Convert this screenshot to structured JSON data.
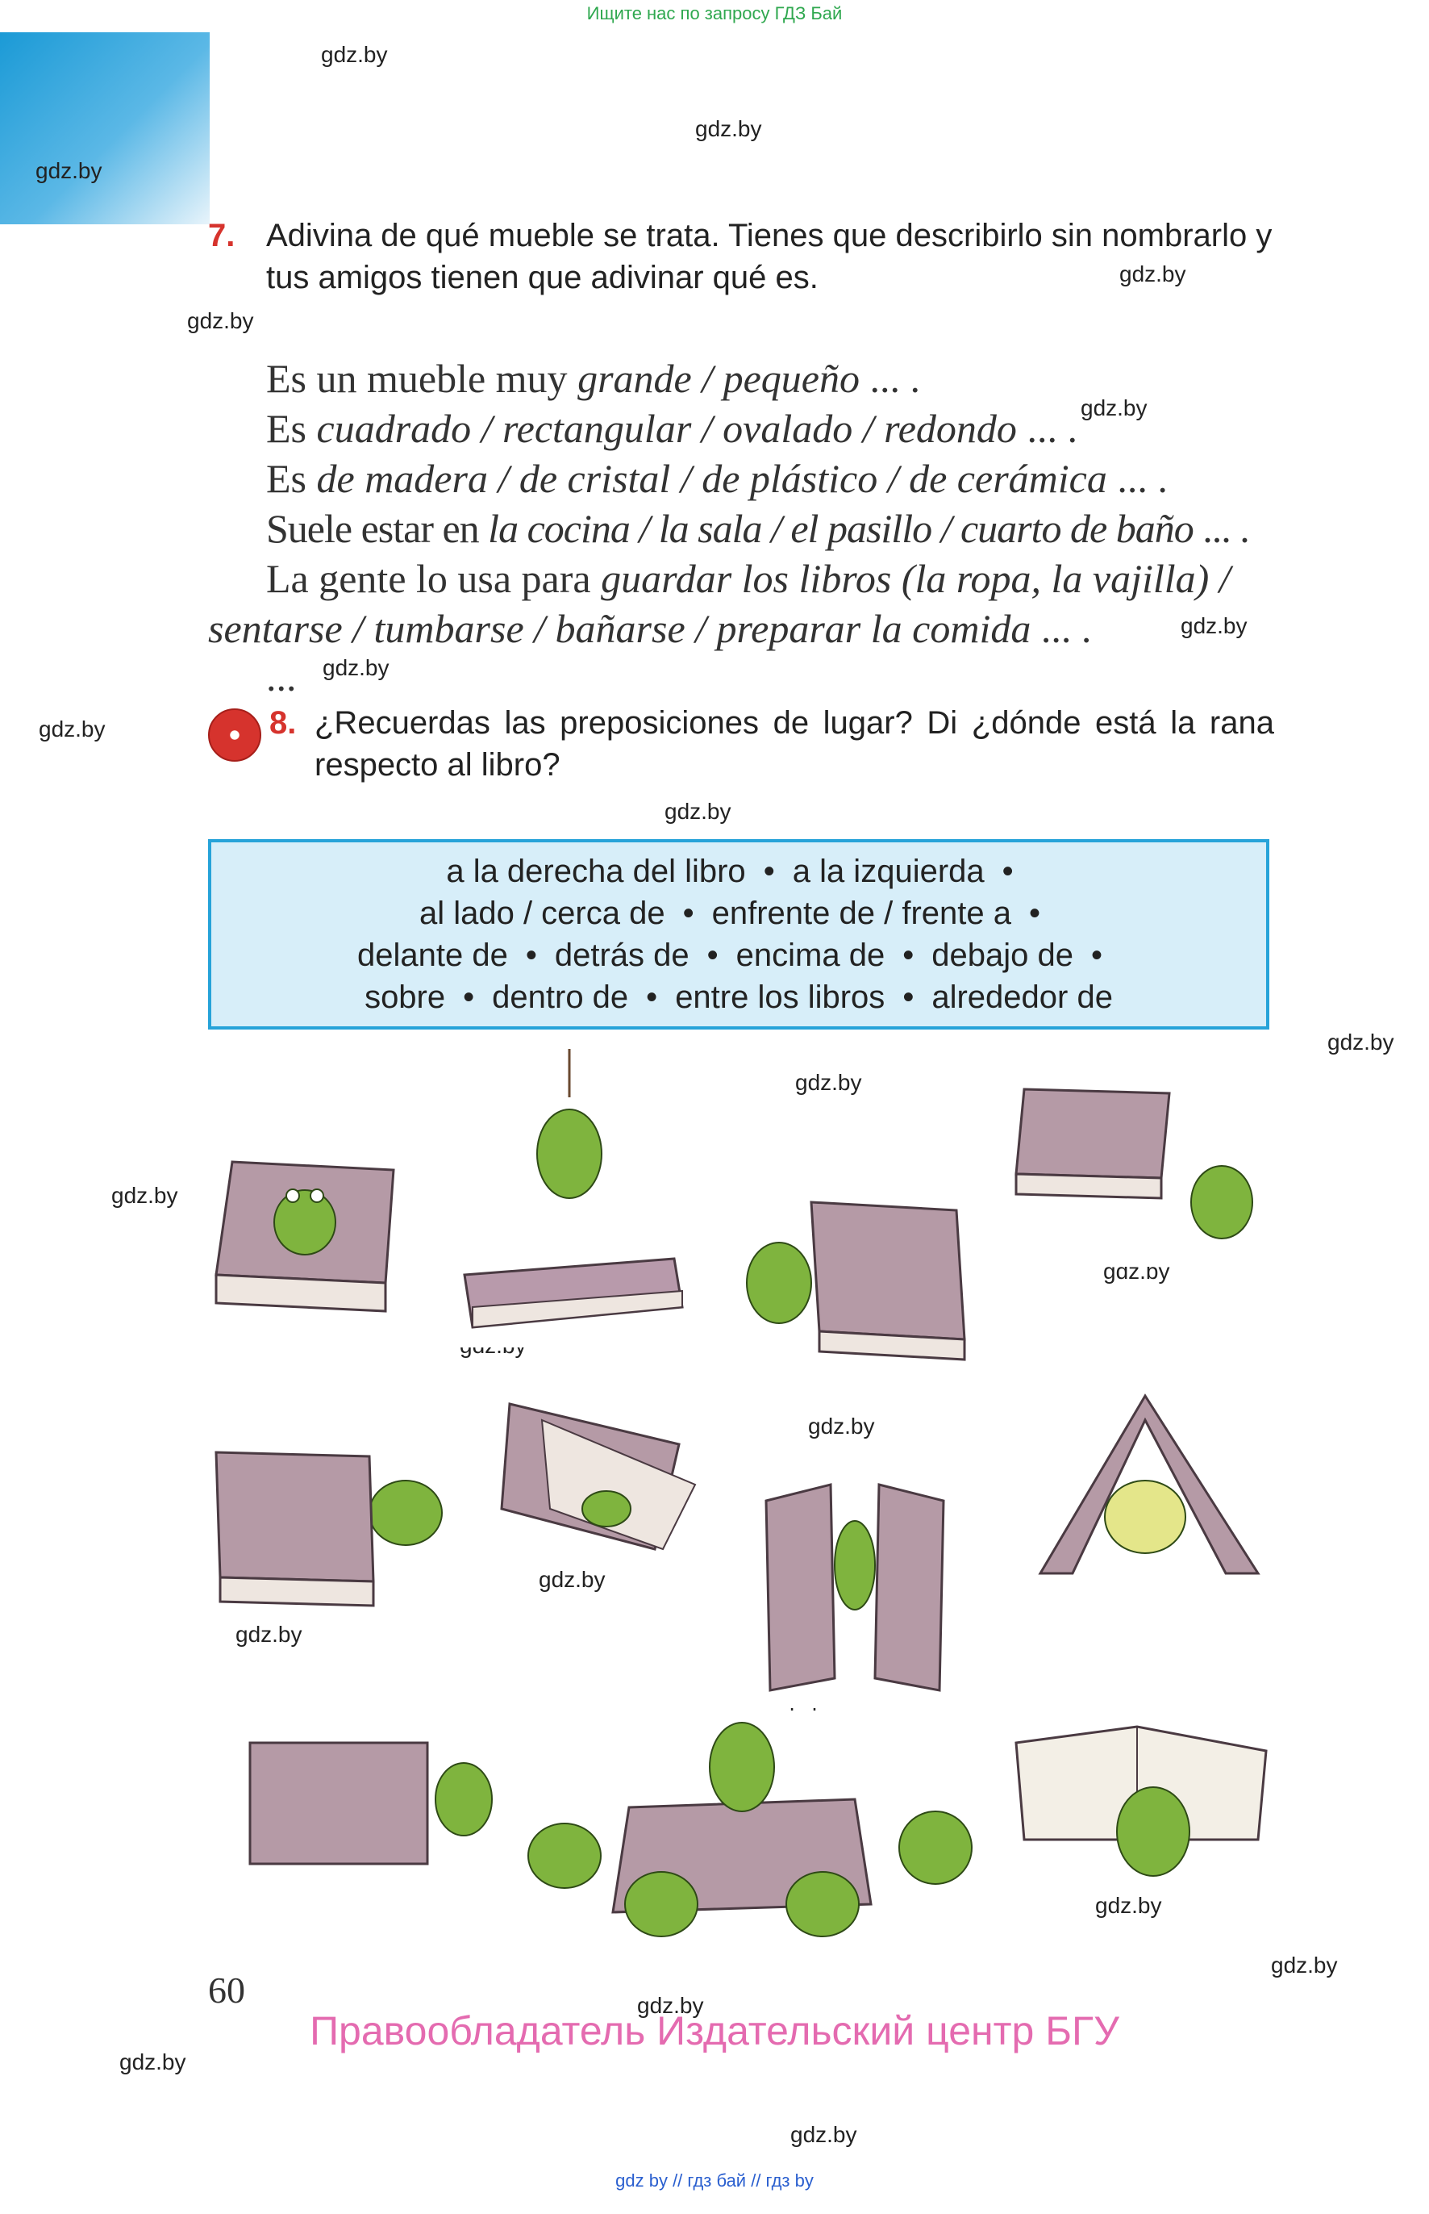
{
  "top_notice": "Ищите нас по запросу ГДЗ Бай",
  "watermark": "gdz.by",
  "exercise7": {
    "number": "7.",
    "text": "Adivina de qué mueble se trata. Tienes que describirlo sin nombrarlo y tus amigos tienen que adivinar qué es.",
    "lines": [
      {
        "prefix": "Es un mueble muy ",
        "italic": "grande / pequeño",
        "suffix": " ... ."
      },
      {
        "prefix": "Es ",
        "italic": "cuadrado / rectangular / ovalado / redondo",
        "suffix": " ... ."
      },
      {
        "prefix": "Es ",
        "italic": "de madera / de cristal / de plástico / de cerámica",
        "suffix": " ... ."
      },
      {
        "prefix": "Suele estar en ",
        "italic": "la cocina / la sala / el pasillo / cuarto de baño",
        "suffix": " ... ."
      },
      {
        "prefix": "La gente lo usa para ",
        "italic": "guardar los libros (la ropa, la vajilla) /",
        "suffix": ""
      },
      {
        "prefix": "",
        "italic": "sentarse / tumbarse / bañarse / preparar la comida",
        "suffix": " ... ."
      },
      {
        "prefix": "...",
        "italic": "",
        "suffix": ""
      }
    ]
  },
  "exercise8": {
    "number": "8.",
    "text": "¿Recuerdas las preposiciones de lugar? Di ¿dónde está la rana respecto al libro?"
  },
  "prepositions": [
    [
      "a la derecha del libro",
      "a la izquierda"
    ],
    [
      "al lado / cerca de",
      "enfrente de / frente a"
    ],
    [
      "delante de",
      "detrás de",
      "encima de",
      "debajo de"
    ],
    [
      "sobre",
      "dentro de",
      "entre los libros",
      "alrededor de"
    ]
  ],
  "bullet": "•",
  "page_number": "60",
  "rights_holder": "Правообладатель Издательский центр БГУ",
  "footer": "gdz by  //  гдз бай  //  гдз by",
  "colors": {
    "exercise_number": "#d6332d",
    "box_bg": "#d7eef9",
    "box_border": "#27a3d9",
    "rights": "#e46bb0",
    "top_notice": "#2fa84f"
  }
}
